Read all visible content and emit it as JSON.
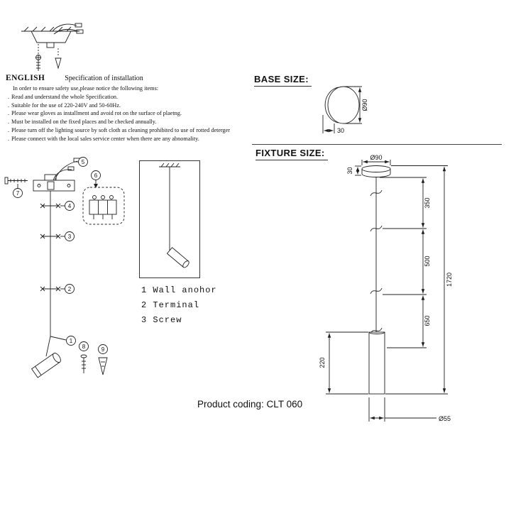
{
  "spec": {
    "language": "ENGLISH",
    "title": "Specification of installation",
    "intro": "In order to ensure safety use,please notice the following items:",
    "bullet": ".",
    "items": [
      "Read and understand the whole Specification.",
      "Suitable for the use of 220-240V and 50-60Hz.",
      "Please wear gloves as installment and avoid rot on the surface of plaetng.",
      "Must be installed on the fixed places and be checked annually.",
      "Please turn off the lighting source by soft cloth as cleaning prohibited to use of rotted deterger",
      "Please connect with the local sales service center when there are any abnomality."
    ]
  },
  "callouts": [
    "1",
    "2",
    "3",
    "4",
    "5",
    "6",
    "7",
    "8",
    "9"
  ],
  "legend": {
    "items": [
      {
        "num": "1",
        "label": "Wall anohor"
      },
      {
        "num": "2",
        "label": "Terminal"
      },
      {
        "num": "3",
        "label": "Screw"
      }
    ]
  },
  "base_size": {
    "heading": "BASE SIZE:",
    "diameter": "Ø90",
    "depth": "30"
  },
  "fixture_size": {
    "heading": "FIXTURE SIZE:",
    "top_diameter": "Ø90",
    "canopy_height": "30",
    "segment_1": "350",
    "segment_2": "500",
    "segment_3": "650",
    "overall_height": "1720",
    "head_height": "220",
    "head_diameter": "Ø55"
  },
  "footer": {
    "product_coding": "Product coding: CLT 060"
  }
}
